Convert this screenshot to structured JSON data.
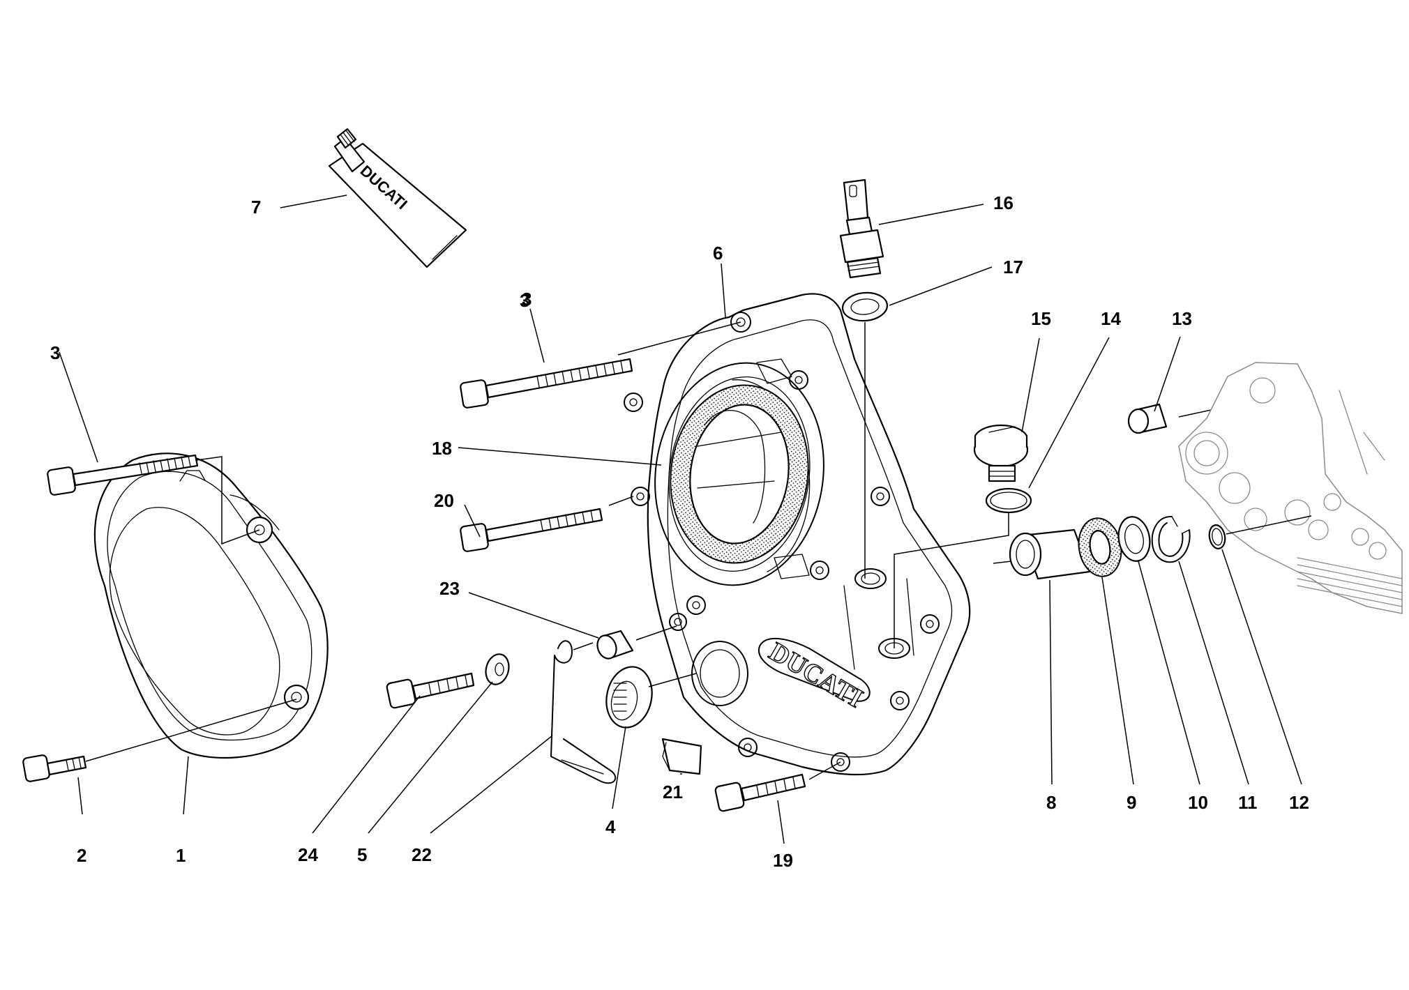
{
  "brand_marks": {
    "tube_logo": "DUCATI",
    "cover_logo": "DUCATI"
  },
  "callouts": [
    "3",
    "3",
    "2",
    "1",
    "7",
    "6",
    "3",
    "18",
    "20",
    "23",
    "24",
    "5",
    "22",
    "4",
    "21",
    "19",
    "16",
    "17",
    "15",
    "14",
    "13",
    "8",
    "9",
    "10",
    "11",
    "12"
  ]
}
